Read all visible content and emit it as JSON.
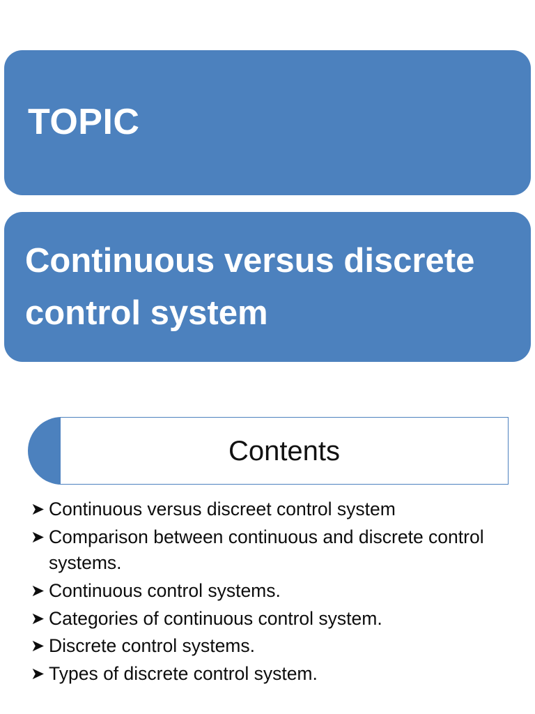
{
  "slide": {
    "topic_banner": {
      "label": "TOPIC"
    },
    "title_banner": {
      "label": "Continuous versus discrete control system"
    },
    "contents_header": {
      "label": "Contents"
    },
    "contents_items": [
      {
        "bullet": "chevron-right-bullet-icon",
        "text": "Continuous versus discreet control system"
      },
      {
        "bullet": "chevron-right-bullet-icon",
        "text": "Comparison between continuous and discrete control systems."
      },
      {
        "bullet": "chevron-right-bullet-icon",
        "text": "Continuous control systems."
      },
      {
        "bullet": "chevron-right-bullet-icon",
        "text": "Categories of continuous control system."
      },
      {
        "bullet": "chevron-right-bullet-icon",
        "text": "Discrete control systems."
      },
      {
        "bullet": "chevron-right-bullet-icon",
        "text": "Types of discrete control system."
      }
    ],
    "colors": {
      "accent": "#4c81be",
      "banner_text": "#ffffff",
      "body_text": "#0d0d0d",
      "background": "#ffffff"
    }
  }
}
